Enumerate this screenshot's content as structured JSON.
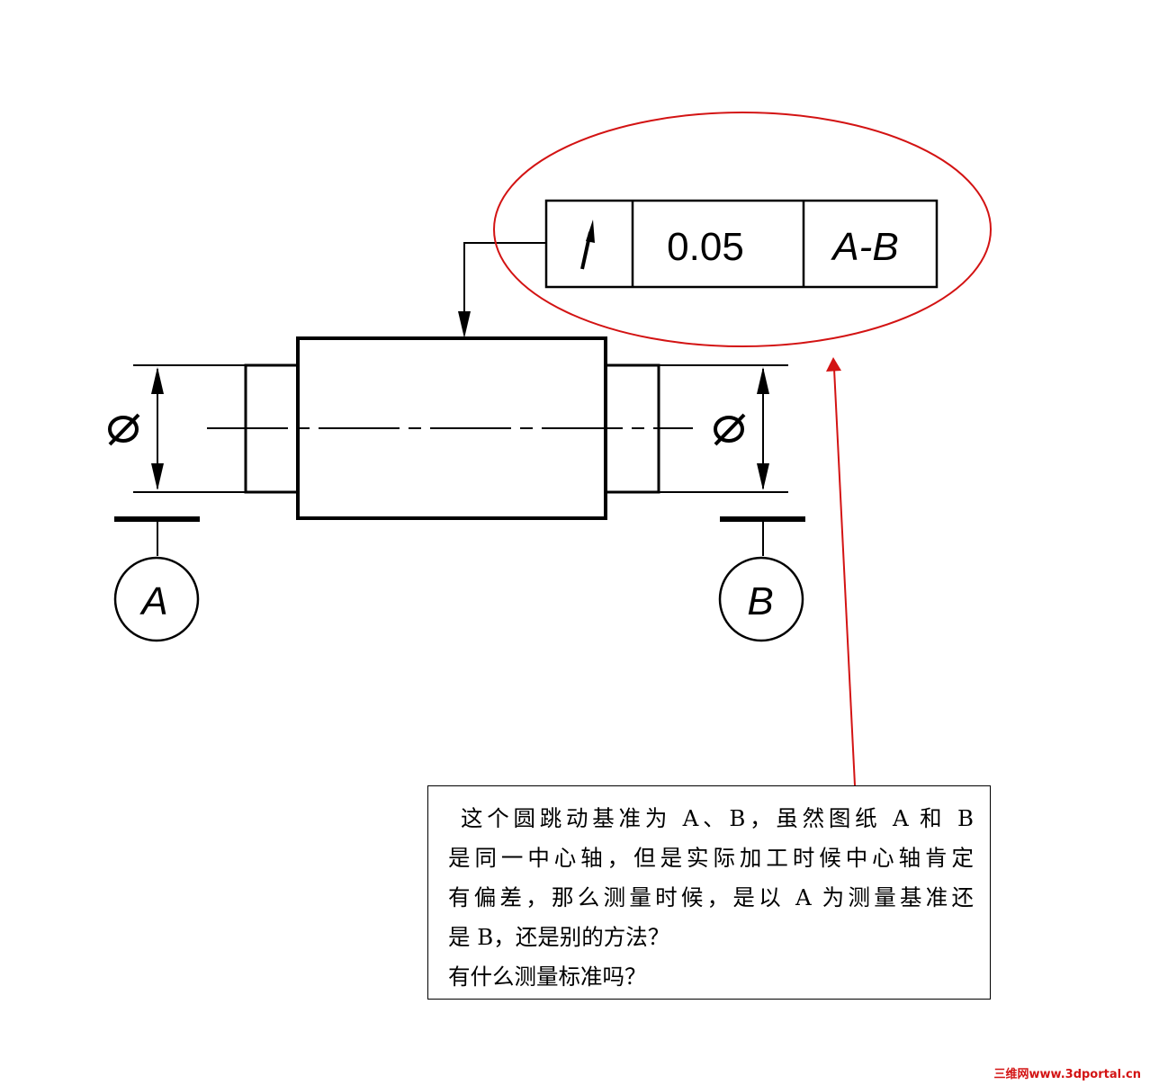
{
  "feature_control_frame": {
    "symbol": "circular-runout-arrow-icon",
    "tolerance": "0.05",
    "datum_reference": "A-B"
  },
  "datums": {
    "left": {
      "label": "A"
    },
    "right": {
      "label": "B"
    }
  },
  "diameter_symbol": "Ø",
  "colors": {
    "line": "#000000",
    "highlight": "#d31313"
  },
  "note": {
    "lines": [
      "这个圆跳动基准为 A、B，虽然图纸 A 和 B",
      "是同一中心轴，但是实际加工时候中心轴肯定",
      "有偏差，那么测量时候，是以 A 为测量基准还",
      "是 B，还是别的方法？",
      "有什么测量标准吗？"
    ]
  },
  "watermark": "三维网www.3dportal.cn"
}
